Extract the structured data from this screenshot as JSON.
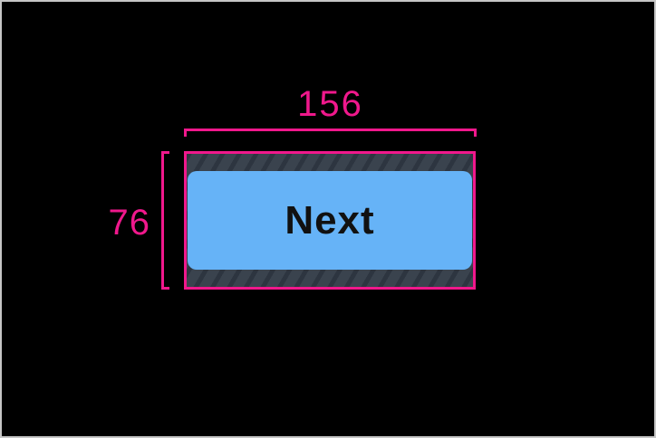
{
  "canvas": {
    "background": "#000000",
    "frame_border_color": "#c6c6c6"
  },
  "measurements": {
    "width": "156",
    "height": "76",
    "annotation_color": "#f0188c"
  },
  "tap_target": {
    "hatch_base_color": "#3a434e",
    "hatch_stripe_color": "#2d3540"
  },
  "button": {
    "label": "Next",
    "fill_color": "#66b3f7",
    "text_color": "#111111"
  }
}
